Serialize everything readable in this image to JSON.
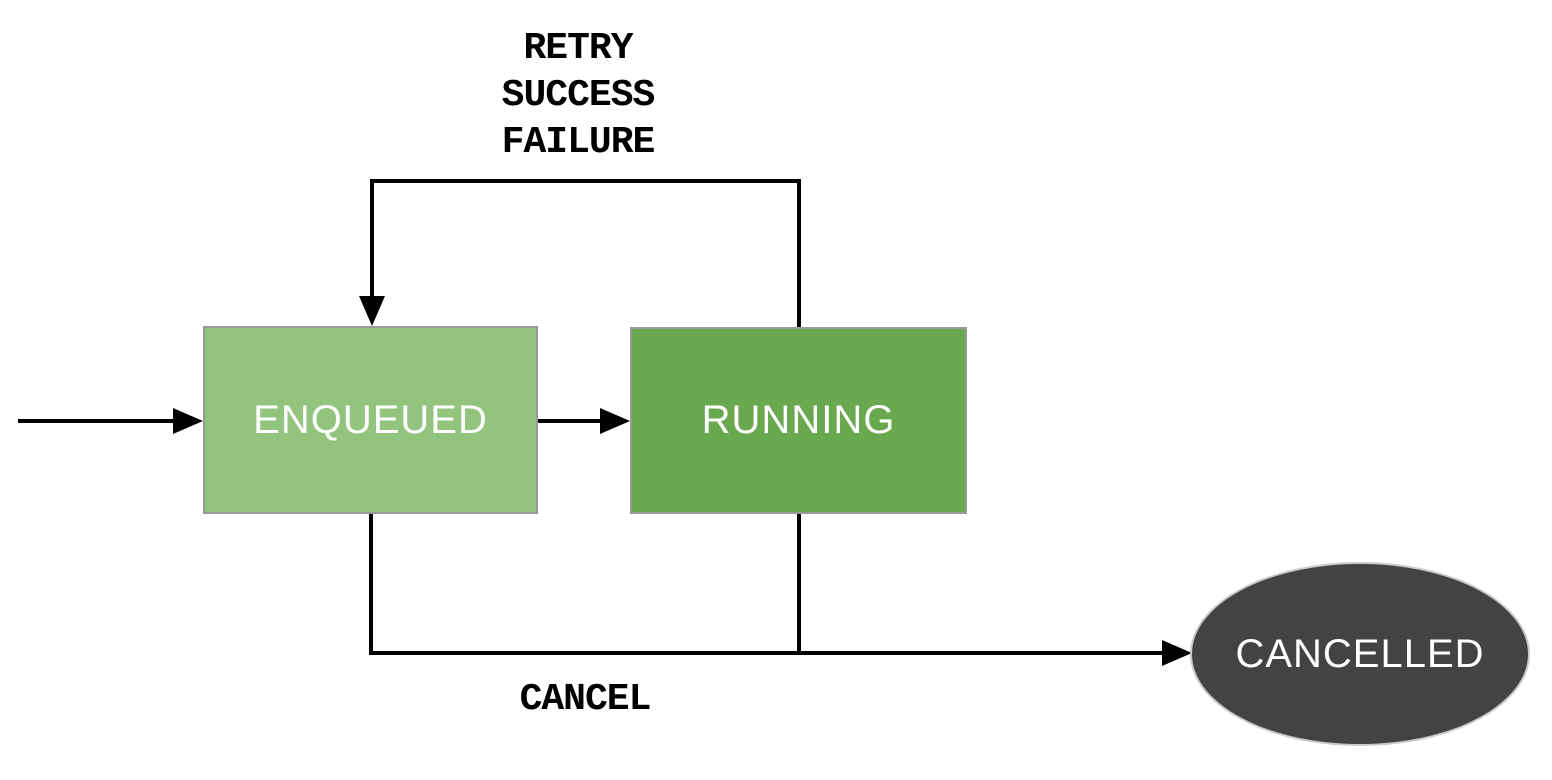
{
  "diagram": {
    "type": "state-machine",
    "nodes": {
      "enqueued": {
        "label": "ENQUEUED",
        "shape": "rect",
        "fill": "#93c47d"
      },
      "running": {
        "label": "RUNNING",
        "shape": "rect",
        "fill": "#6aa84f"
      },
      "cancelled": {
        "label": "CANCELLED",
        "shape": "ellipse",
        "fill": "#434343"
      }
    },
    "edges": {
      "start_to_enqueued": {
        "from": "start",
        "to": "enqueued",
        "labels": []
      },
      "enqueued_to_running": {
        "from": "enqueued",
        "to": "running",
        "labels": []
      },
      "running_to_enqueued": {
        "from": "running",
        "to": "enqueued",
        "labels": [
          "RETRY",
          "SUCCESS",
          "FAILURE"
        ]
      },
      "to_cancelled": {
        "from": "enqueued+running",
        "to": "cancelled",
        "labels": [
          "CANCEL"
        ]
      }
    },
    "colors": {
      "enqueued_fill": "#93c47d",
      "running_fill": "#6aa84f",
      "cancelled_fill": "#434343",
      "rect_border": "#999999",
      "ellipse_border": "#c9c9c9",
      "edge_stroke": "#000000",
      "node_text": "#ffffff",
      "edge_label_text": "#000000"
    }
  }
}
